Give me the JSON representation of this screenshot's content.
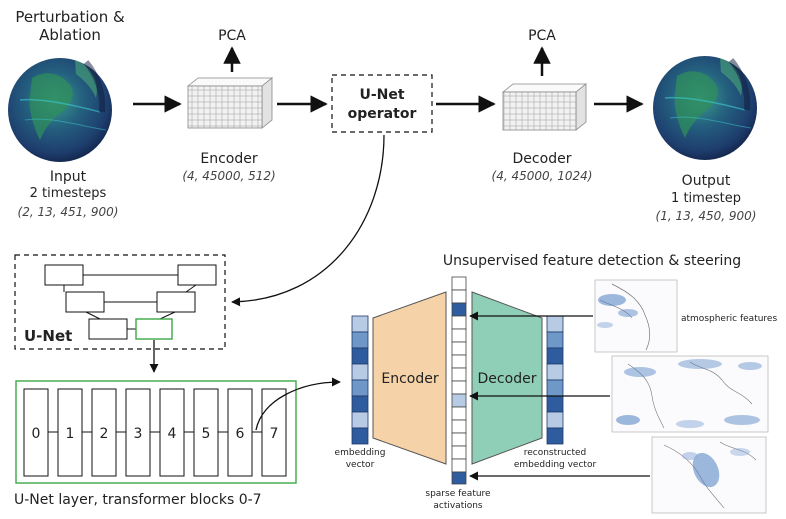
{
  "top": {
    "perturbation": [
      "Perturbation &",
      "Ablation"
    ],
    "input": {
      "title": "Input",
      "sub": "2 timesteps",
      "shape": "(2, 13, 451, 900)"
    },
    "encoder": {
      "title": "Encoder",
      "shape": "(4, 45000, 512)",
      "pca": "PCA"
    },
    "operator": [
      "U-Net",
      "operator"
    ],
    "decoder": {
      "title": "Decoder",
      "shape": "(4, 45000, 1024)",
      "pca": "PCA"
    },
    "output": {
      "title": "Output",
      "sub": "1 timestep",
      "shape": "(1, 13, 450, 900)"
    }
  },
  "unet": {
    "label": "U-Net"
  },
  "layer": {
    "blocks": [
      "0",
      "1",
      "2",
      "3",
      "4",
      "5",
      "6",
      "7"
    ],
    "caption": "U-Net layer, transformer blocks 0-7"
  },
  "sae": {
    "title": "Unsupervised feature detection & steering",
    "encoder": "Encoder",
    "decoder": "Decoder",
    "embedding": [
      "embedding",
      "vector"
    ],
    "sparse": [
      "sparse feature",
      "activations"
    ],
    "reconstructed": [
      "reconstructed",
      "embedding vector"
    ],
    "atmospheric": "atmospheric features"
  },
  "colors": {
    "encoder_fill": "#f5d2a8",
    "decoder_fill": "#8fcfb8",
    "vector_dark": "#2e5c9e",
    "vector_mid": "#6f97c8",
    "vector_light": "#b7cbe4",
    "globe_ocean": "#1f4f7a",
    "green_box": "#3aa845"
  }
}
